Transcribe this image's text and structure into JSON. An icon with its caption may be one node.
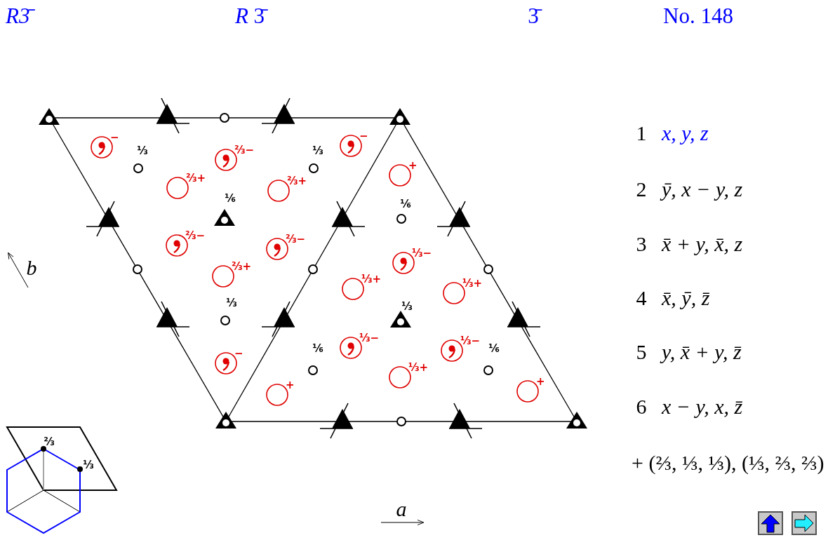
{
  "diagram": {
    "labels": [
      "R3̄",
      "*R* 3̄",
      "3̄",
      "No. 148",
      "−",
      "⅔−",
      "−",
      "⅓",
      "⅓",
      "+",
      "⅔+",
      "⅔+",
      "⅙",
      "⅙",
      "⅔−",
      "⅔−",
      "⅓−",
      "⅔+",
      "b",
      "⅓+",
      "⅓+",
      "⅓",
      "⅓",
      "⅓−",
      "⅓−",
      "⅙",
      "⅙",
      "−",
      "+",
      "⅓+",
      "+",
      "a",
      "1",
      "x, y, z",
      "2",
      "ȳ, x − y, z",
      "3",
      "x̄ + y, x̄, z",
      "4",
      "x̄, ȳ, z̄",
      "5",
      "y, x̄ + y, z̄",
      "6",
      "x − y, x, z̄",
      "+ (⅔, ⅓, ⅓), (⅓, ⅔, ⅔)",
      "⅔",
      "⅓"
    ]
  }
}
